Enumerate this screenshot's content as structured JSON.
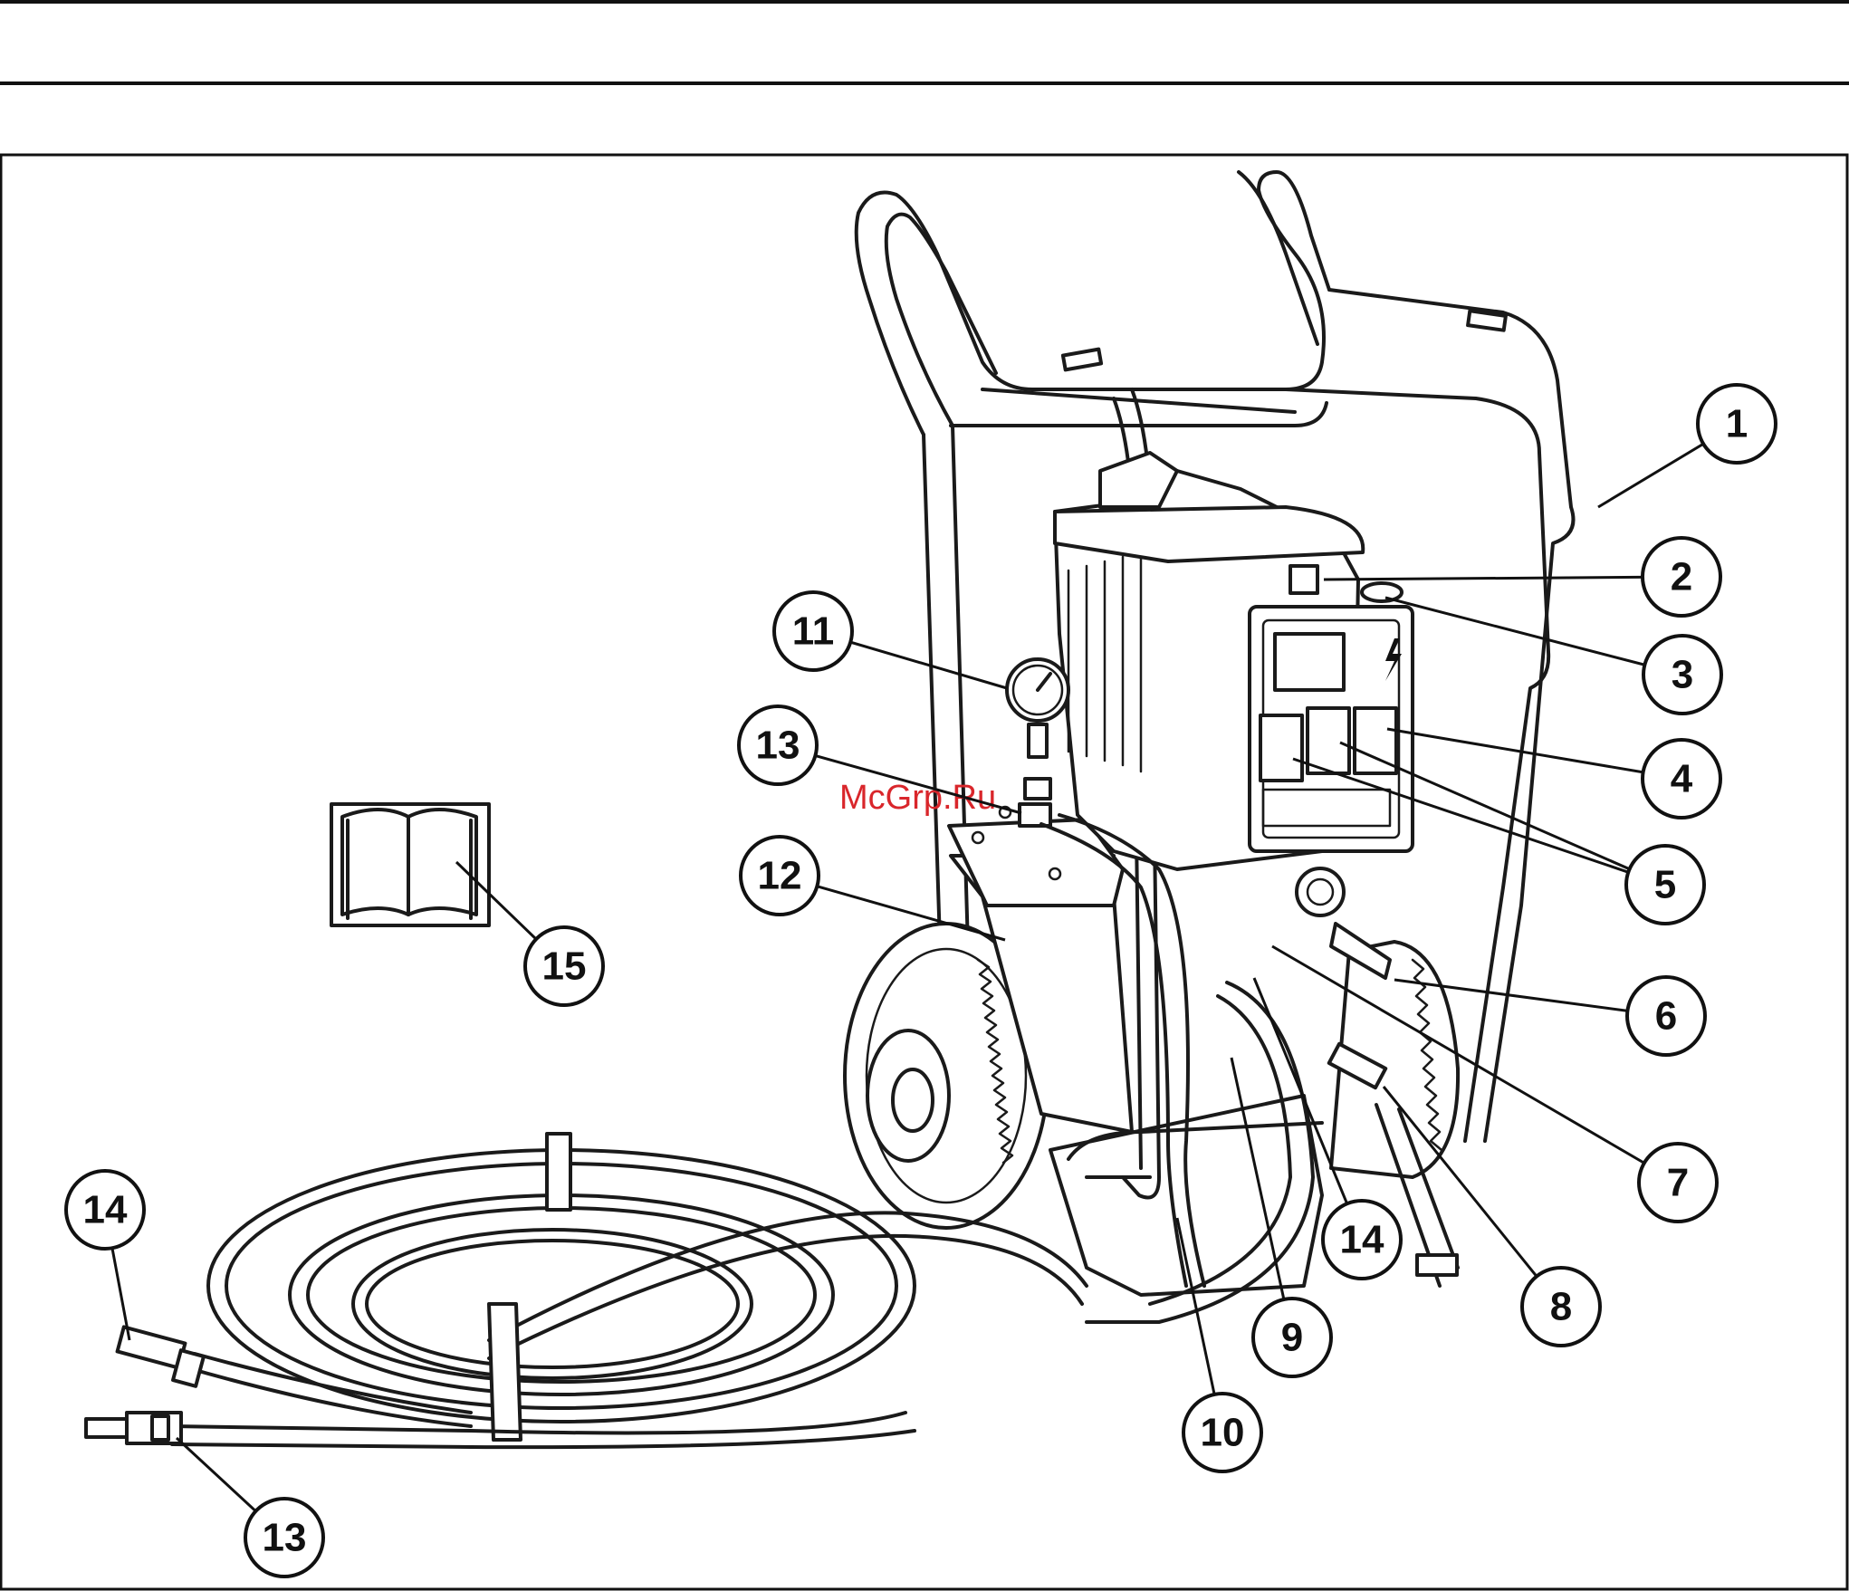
{
  "watermark": "McGrp.Ru",
  "colors": {
    "ink": "#1a1a1a",
    "watermark": "#d9262b",
    "background": "#ffffff"
  },
  "icons": {
    "manual": "open-book-icon",
    "electric_warning": "lightning-bolt-icon"
  },
  "callouts": [
    {
      "id": "c1",
      "label": "1"
    },
    {
      "id": "c2",
      "label": "2"
    },
    {
      "id": "c3",
      "label": "3"
    },
    {
      "id": "c4",
      "label": "4"
    },
    {
      "id": "c5",
      "label": "5"
    },
    {
      "id": "c6",
      "label": "6"
    },
    {
      "id": "c7",
      "label": "7"
    },
    {
      "id": "c8",
      "label": "8"
    },
    {
      "id": "c9",
      "label": "9"
    },
    {
      "id": "c10",
      "label": "10"
    },
    {
      "id": "c11",
      "label": "11"
    },
    {
      "id": "c12",
      "label": "12"
    },
    {
      "id": "c13a",
      "label": "13"
    },
    {
      "id": "c13b",
      "label": "13"
    },
    {
      "id": "c14a",
      "label": "14"
    },
    {
      "id": "c14b",
      "label": "14"
    },
    {
      "id": "c15",
      "label": "15"
    }
  ]
}
